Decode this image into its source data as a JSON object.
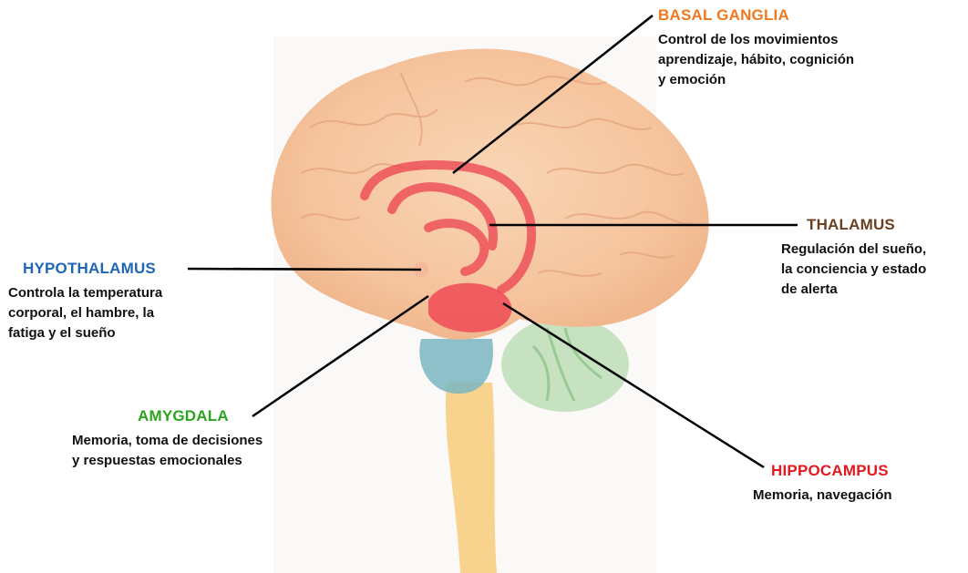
{
  "colors": {
    "basal_ganglia": "#f0791f",
    "thalamus": "#6b3f22",
    "hypothalamus": "#1f66b5",
    "amygdala": "#2aa51d",
    "hippocampus": "#e3191f",
    "brain_fill": "#f6c8a3",
    "highlight": "#ee4a55",
    "brainstem_blue": "#7ab6c2",
    "spinal_yellow": "#f5c66b",
    "cerebellum_green": "#b9dcb3"
  },
  "labels": {
    "basal_ganglia": {
      "title": "BASAL GANGLIA",
      "lines": [
        "Control de los movimientos",
        "aprendizaje, hábito, cognición",
        "y emoción"
      ]
    },
    "thalamus": {
      "title": "THALAMUS",
      "lines": [
        "Regulación del sueño,",
        "la conciencia y estado",
        "de alerta"
      ]
    },
    "hypothalamus": {
      "title": "HYPOTHALAMUS",
      "lines": [
        "Controla la temperatura",
        "corporal, el hambre, la",
        "fatiga y el sueño"
      ]
    },
    "amygdala": {
      "title": "AMYGDALA",
      "lines": [
        "Memoria, toma de decisiones",
        "y respuestas emocionales"
      ]
    },
    "hippocampus": {
      "title": "HIPPOCAMPUS",
      "lines": [
        "Memoria, navegación"
      ]
    }
  }
}
